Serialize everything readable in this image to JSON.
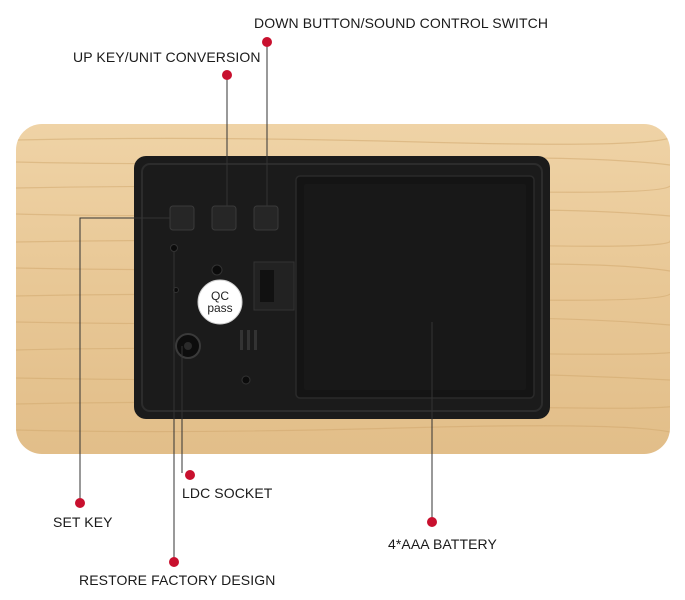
{
  "labels": {
    "down_button": "DOWN BUTTON/SOUND CONTROL SWITCH",
    "up_key": "UP KEY/UNIT CONVERSION",
    "ldc_socket": "LDC SOCKET",
    "set_key": "SET KEY",
    "battery": "4*AAA BATTERY",
    "restore": "RESTORE FACTORY DESIGN"
  },
  "qc_sticker": {
    "line1": "QC",
    "line2": "pass"
  },
  "colors": {
    "wood": "#e9c999",
    "wood_grain": "#d4ad75",
    "panel": "#1b1b1b",
    "leader_line": "#333333",
    "marker": "#c8102e"
  }
}
